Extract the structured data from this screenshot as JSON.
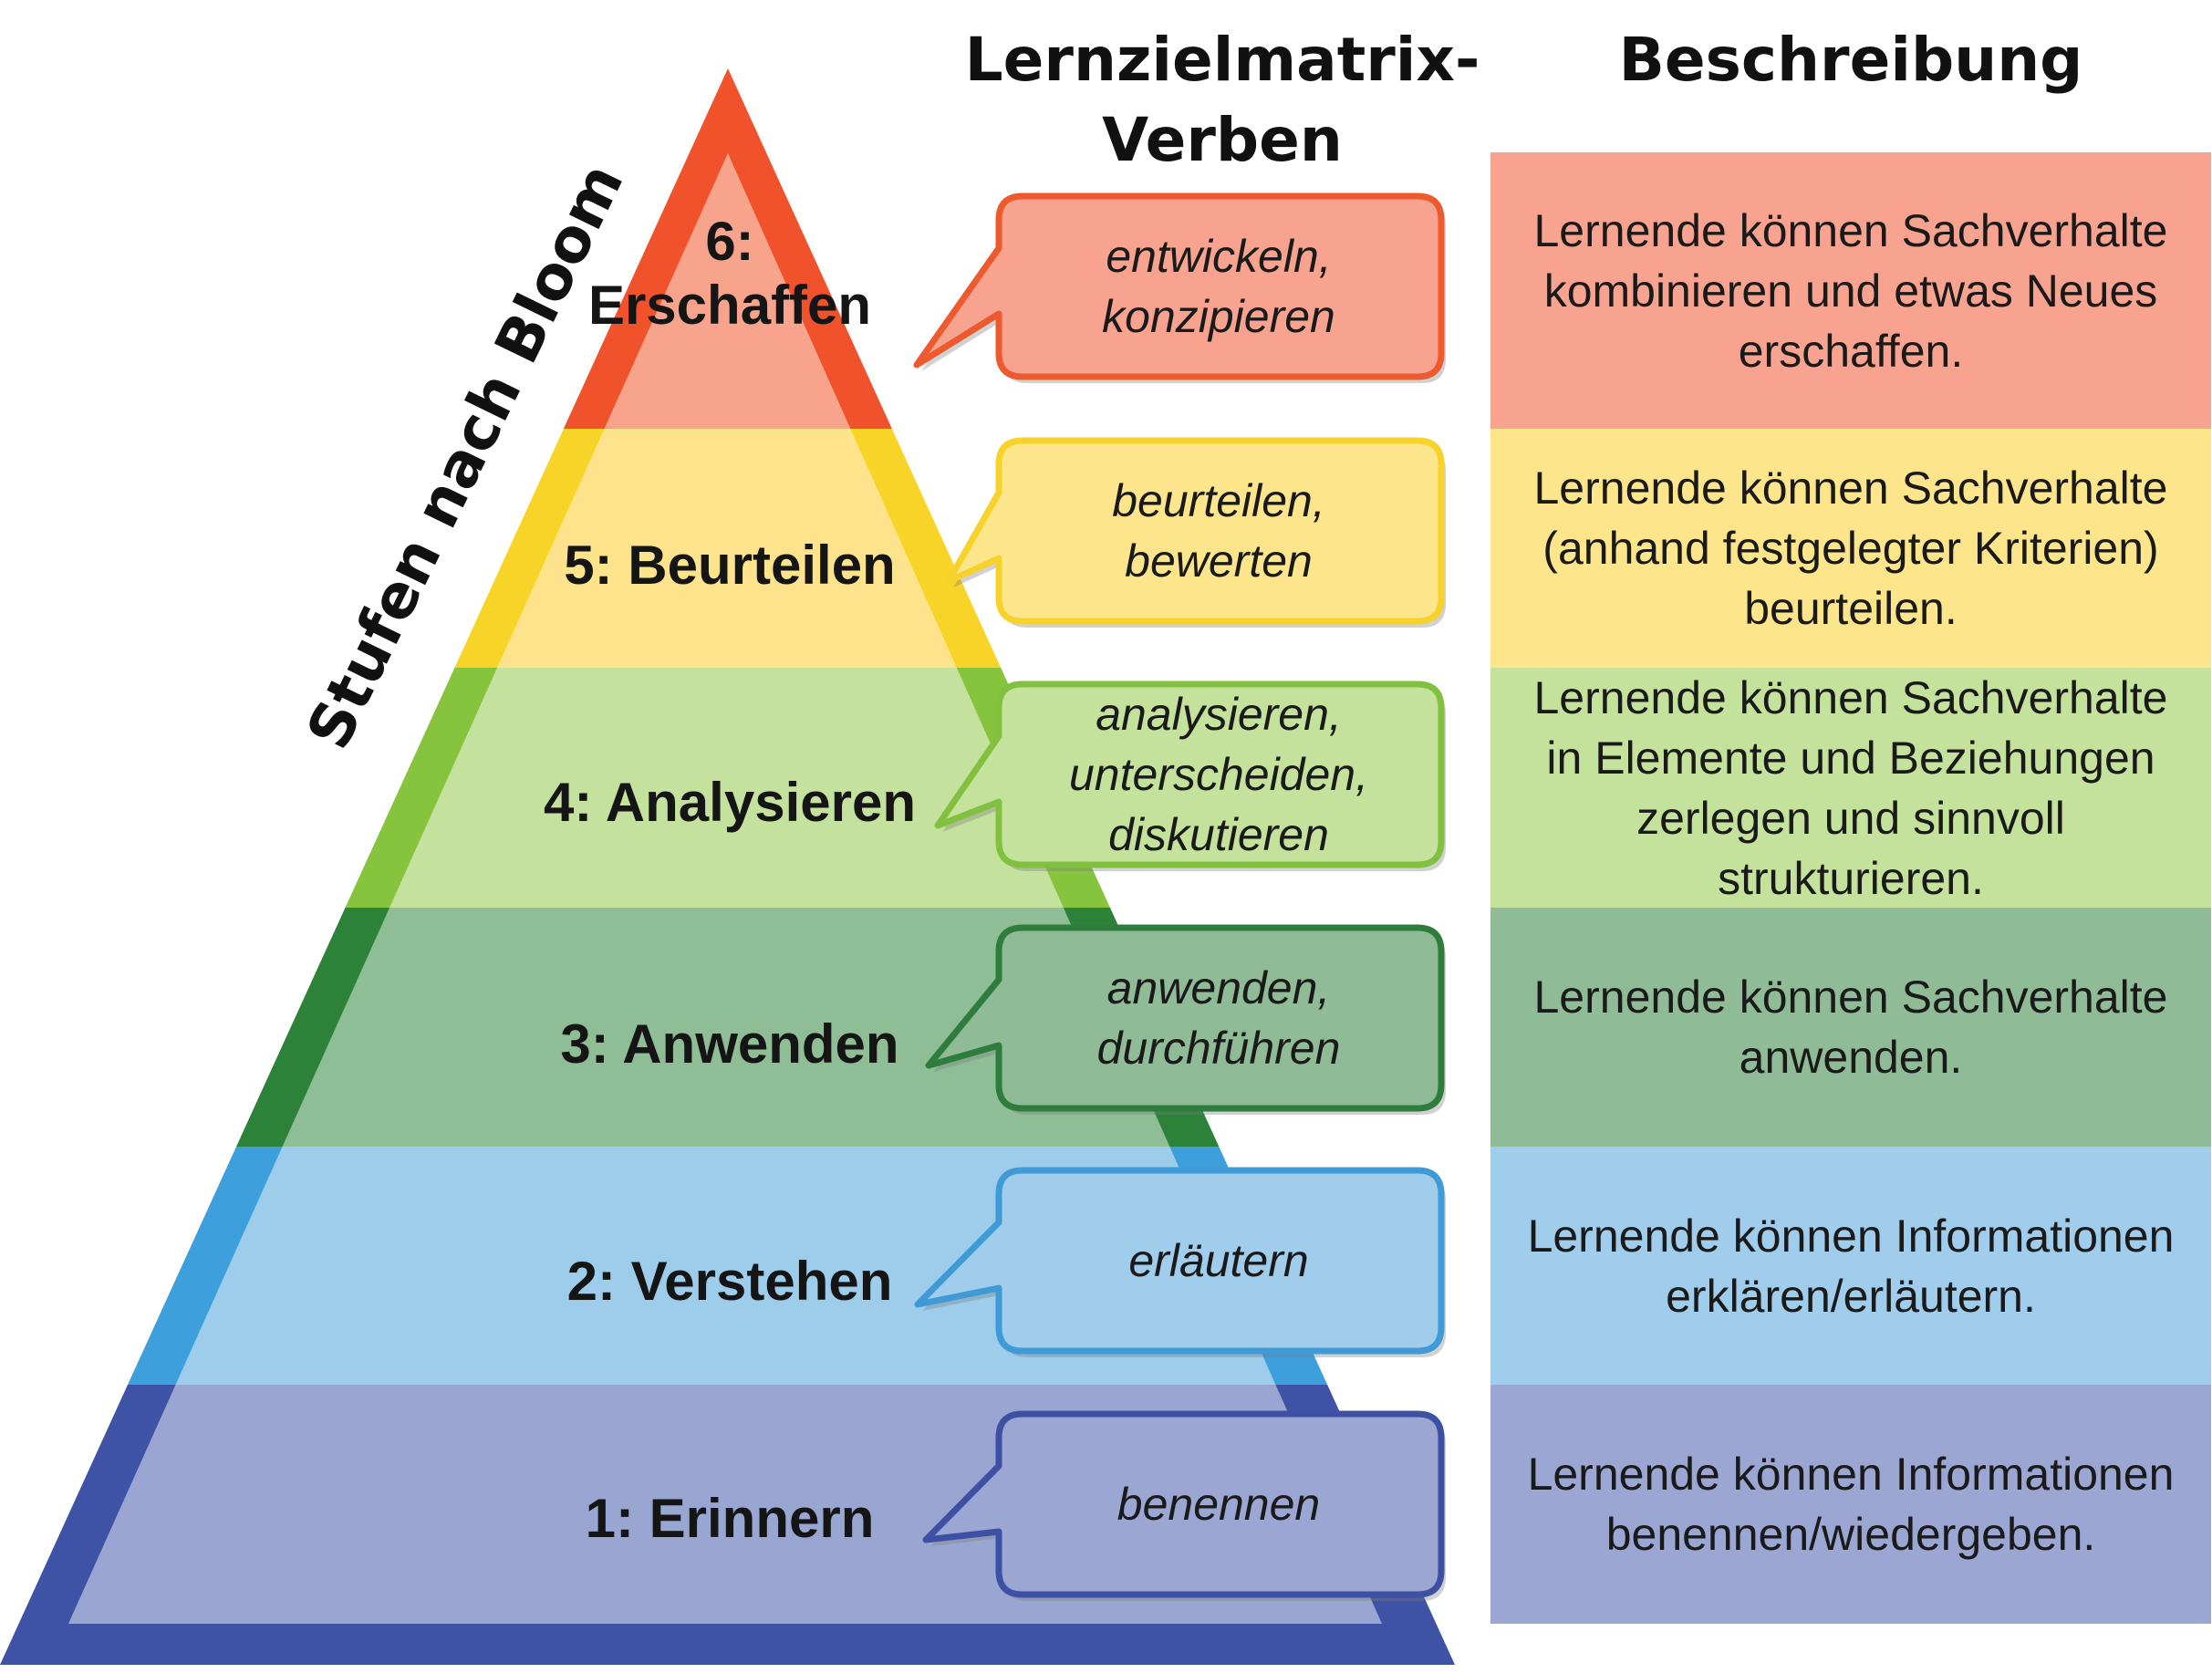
{
  "headers": {
    "verbs": "Lernzielmatrix-\nVerben",
    "description": "Beschreibung"
  },
  "side_title": "Stufen nach Bloom",
  "levels": [
    {
      "label": "6:\nErschaffen",
      "verbs": "entwickeln,\nkonzipieren",
      "description": "Lernende können Sachverhalte\nkombinieren und etwas Neues\nerschaffen.",
      "colors": {
        "fill": "#F8A48C",
        "border": "#F0522C",
        "box_fill": "#F7A38F",
        "box_border": "#EC5A2E"
      }
    },
    {
      "label": "5: Beurteilen",
      "verbs": "beurteilen,\nbewerten",
      "description": "Lernende können Sachverhalte\n(anhand festgelegter Kriterien)\nbeurteilen.",
      "colors": {
        "fill": "#FDE48C",
        "border": "#F9D428",
        "box_fill": "#FDE58C",
        "box_border": "#F7D22A"
      }
    },
    {
      "label": "4: Analysieren",
      "verbs": "analysieren,\nunterscheiden,\ndiskutieren",
      "description": "Lernende können Sachverhalte\nin Elemente und Beziehungen\nzerlegen und sinnvoll\nstrukturieren.",
      "colors": {
        "fill": "#C5E19E",
        "border": "#86C43E",
        "box_fill": "#C5E29D",
        "box_border": "#82C140"
      }
    },
    {
      "label": "3: Anwenden",
      "verbs": "anwenden,\ndurchführen",
      "description": "Lernende können Sachverhalte\nanwenden.",
      "colors": {
        "fill": "#8FBD95",
        "border": "#2D8239",
        "box_fill": "#8FBC96",
        "box_border": "#2E7D3C"
      }
    },
    {
      "label": "2: Verstehen",
      "verbs": "erläutern",
      "description": "Lernende können Informationen\nerklären/erläutern.",
      "colors": {
        "fill": "#9ECDEB",
        "border": "#3D9FDB",
        "box_fill": "#9FCDEB",
        "box_border": "#3F9AD6"
      }
    },
    {
      "label": "1: Erinnern",
      "verbs": "benennen",
      "description": "Lernende können Informationen\nbenennen/wiedergeben.",
      "colors": {
        "fill": "#9AA6D2",
        "border": "#3E53A6",
        "box_fill": "#9BA6D3",
        "box_border": "#3D50A3"
      }
    }
  ]
}
